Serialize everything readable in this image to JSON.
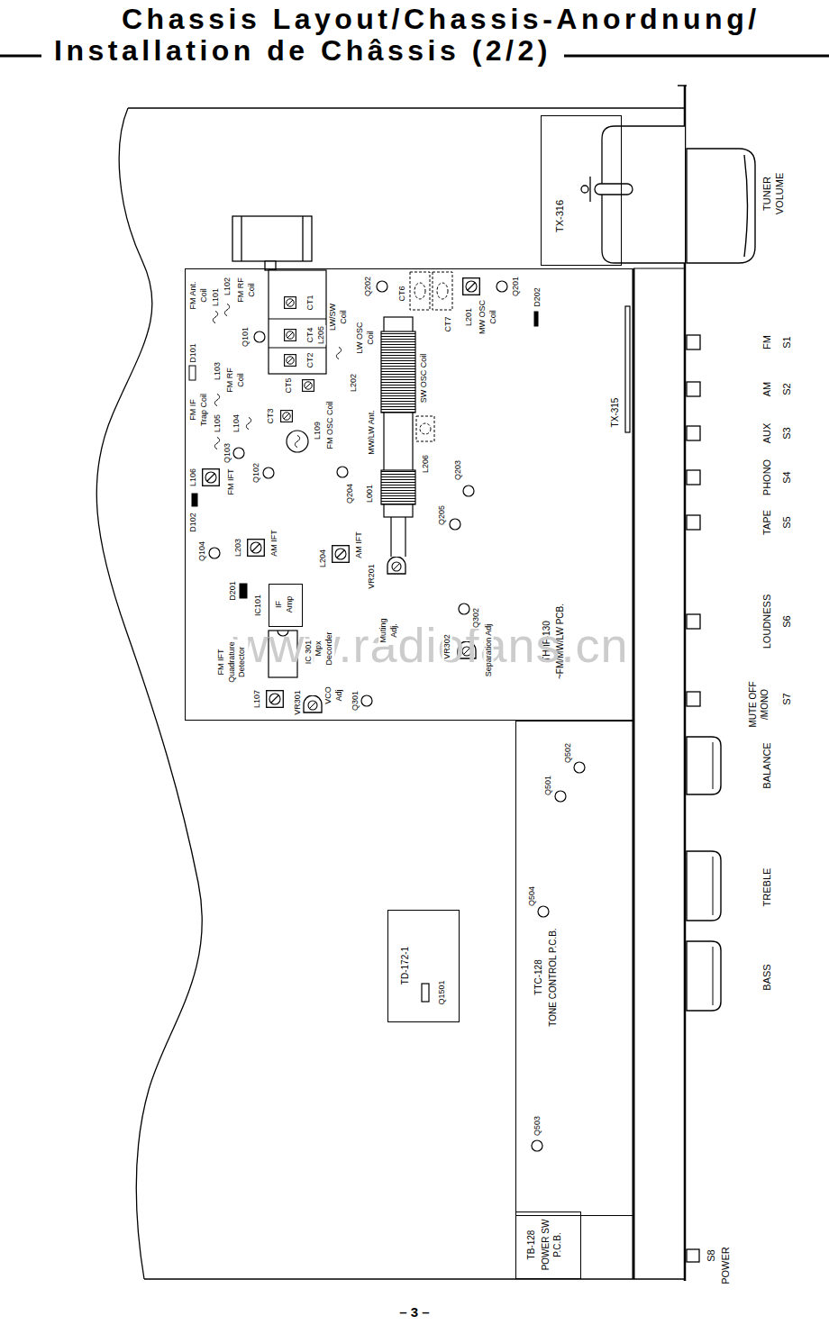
{
  "diagram": {
    "title": "Chassis Layout/Chassis-Anordnung/ Installation de Châssis (2/2)",
    "nodes": [
      {
        "text": [
          "TX-316"
        ]
      },
      {
        "text": [
          "TH-IF-130",
          "~FM/MW/LW PCB."
        ]
      },
      {
        "text": [
          "IF Amp"
        ],
        "in": 1
      },
      {
        "text": [
          "TD-172-1"
        ]
      },
      {
        "text": [
          "TTC-128",
          "TONE CONTROL P.C.B."
        ]
      },
      {
        "text": [
          "TB-128",
          "POWER SW P.C.B."
        ]
      }
    ],
    "labels": [
      "– 3 –",
      "www.radiofans.cn",
      "TUNER VOLUME",
      "FM",
      "S1",
      "AM",
      "S2",
      "AUX",
      "S3",
      "PHONO",
      "S4",
      "TAPE",
      "S5",
      "LOUDNESS",
      "S6",
      "MUTE OFF /MONO",
      "S7",
      "BALANCE",
      "TREBLE",
      "BASS",
      "S8",
      "POWER",
      "FM Ant. Coil",
      "L101",
      "L102",
      "FM RF Coil",
      "Q101",
      "CT1",
      "CT4",
      "CT2",
      "CT5",
      "L205",
      "LW/SW Coil",
      "Q202",
      "CT6",
      "CT7",
      "L201",
      "MW OSC Coil",
      "Q201",
      "D202",
      "TX-315",
      "D101",
      "FM IF Trap Coil",
      "L103",
      "FM RF Coil",
      "L105",
      "L104",
      "Q103",
      "CT3",
      "L109",
      "FM OSC Coil",
      "L106",
      "FM IFT",
      "Q102",
      "D102",
      "Q104",
      "L203",
      "AM IFT",
      "L204",
      "AM IFT",
      "Q204",
      "L001",
      "MW/LW Ant.",
      "L202",
      "LW OSC Coil",
      "SW OSC Coil",
      "L206",
      "Q203",
      "Q205",
      "D201",
      "IC101",
      "FM IFT Quadrature Detector",
      "L107",
      "IC 301",
      "Mpx Decorder",
      "VR301",
      "VCO Adj",
      "Q301",
      "VR201",
      "Muting Adj.",
      "Q302",
      "VR302",
      "Separation Adj",
      "Q1501",
      "Q502",
      "Q501",
      "Q504",
      "Q503"
    ]
  }
}
